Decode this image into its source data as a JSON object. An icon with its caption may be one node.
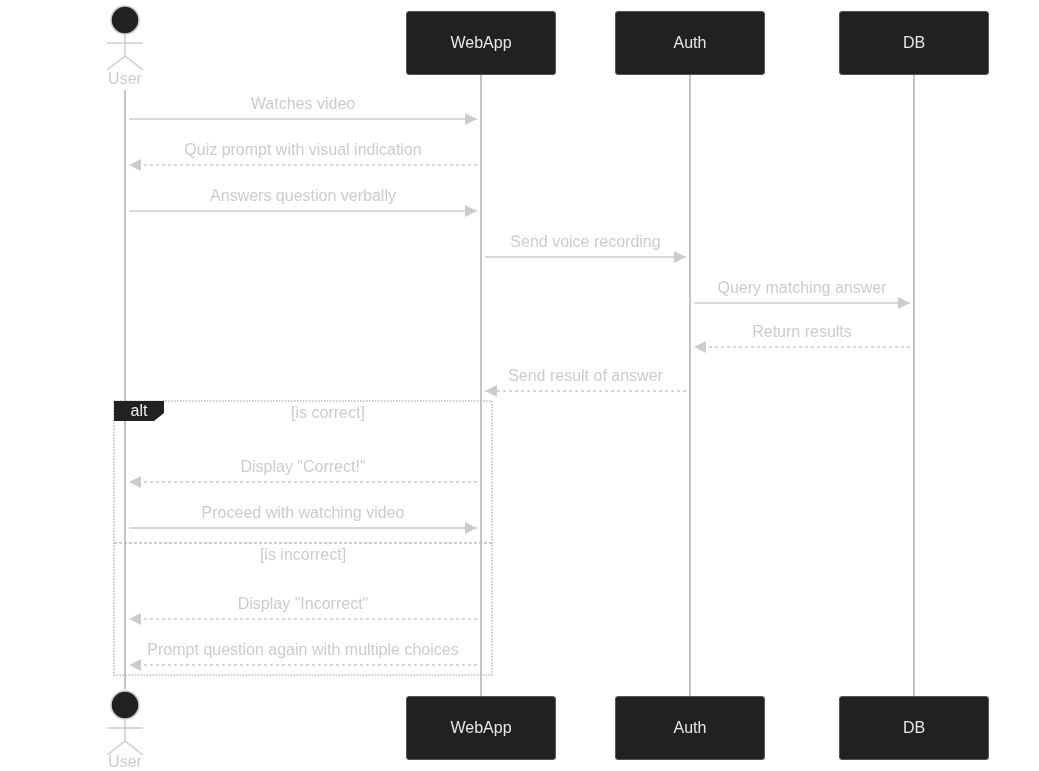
{
  "diagram": {
    "nodes": [
      {
        "text": [
          "User"
        ]
      },
      {
        "text": [
          "WebApp"
        ]
      },
      {
        "text": [
          "Auth"
        ]
      },
      {
        "text": [
          "DB"
        ]
      },
      {
        "text": [],
        "shape": "bar"
      },
      {
        "text": [],
        "shape": "bar"
      },
      {
        "text": [],
        "shape": "bar"
      },
      {
        "text": [],
        "shape": "bar"
      },
      {
        "text": [
          "alt"
        ]
      },
      {
        "text": [
          "User"
        ]
      },
      {
        "text": [
          "WebApp"
        ]
      },
      {
        "text": [
          "Auth"
        ]
      },
      {
        "text": [
          "DB"
        ]
      }
    ],
    "edges": [
      {
        "from": 4,
        "to": 5,
        "arrow": "to",
        "label": "Watches video"
      },
      {
        "from": 5,
        "to": 4,
        "arrow": "to",
        "label": "Quiz prompt with visual indication",
        "style": "dashed"
      },
      {
        "from": 4,
        "to": 5,
        "arrow": "to",
        "label": "Answers question verbally"
      },
      {
        "from": 5,
        "to": 6,
        "arrow": "to",
        "label": "Send voice recording"
      },
      {
        "from": 6,
        "to": 7,
        "arrow": "to",
        "label": "Query matching answer"
      },
      {
        "from": 7,
        "to": 6,
        "arrow": "to",
        "label": "Return results",
        "style": "dashed"
      },
      {
        "from": 6,
        "to": 5,
        "arrow": "to",
        "label": "Send result of answer",
        "style": "dashed"
      },
      {
        "from": 5,
        "to": 4,
        "arrow": "to",
        "label": "Display \"Correct!\"",
        "style": "dashed"
      },
      {
        "from": 4,
        "to": 5,
        "arrow": "to",
        "label": "Proceed with watching video"
      },
      {
        "from": 5,
        "to": 4,
        "arrow": "to",
        "label": "Display \"Incorrect\"",
        "style": "dashed"
      },
      {
        "from": 5,
        "to": 4,
        "arrow": "to",
        "label": "Prompt question again with multiple choices",
        "style": "dashed"
      }
    ],
    "labels": [
      "[is correct]",
      "[is incorrect]"
    ]
  }
}
